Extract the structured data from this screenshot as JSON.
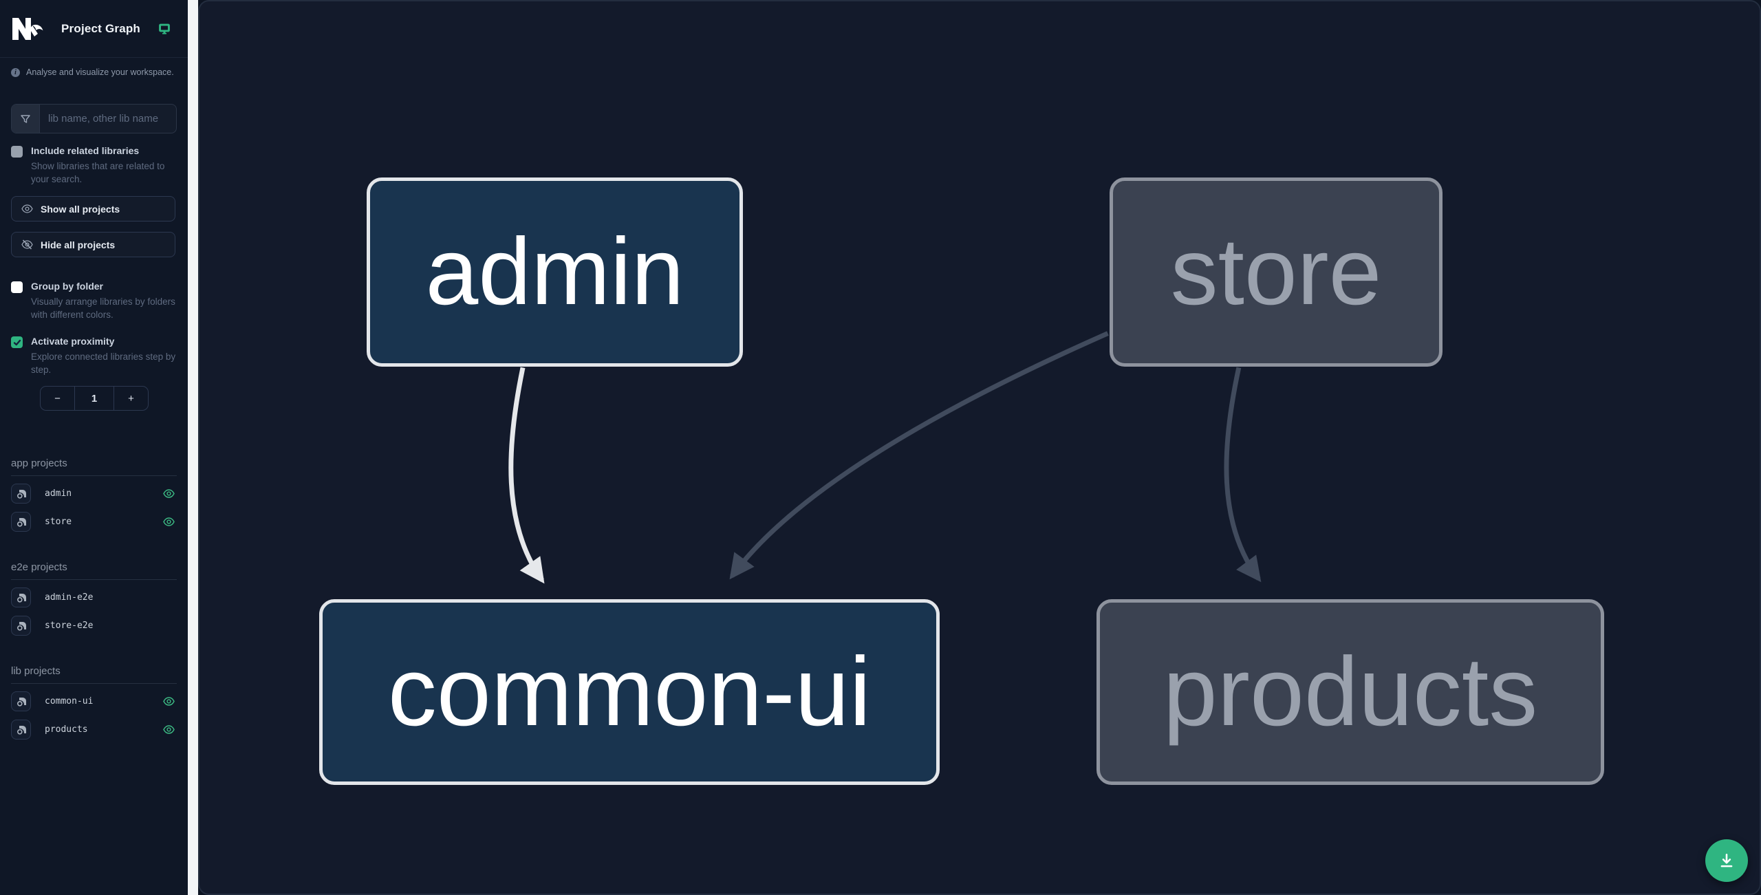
{
  "header": {
    "title": "Project Graph"
  },
  "sidebar": {
    "tagline": "Analyse and visualize your workspace.",
    "search": {
      "placeholder": "lib name, other lib name"
    },
    "options": [
      {
        "label": "Include related libraries",
        "description": "Show libraries that are related to your search.",
        "checked": false
      },
      {
        "label": "Group by folder",
        "description": "Visually arrange libraries by folders with different colors.",
        "checked": false
      },
      {
        "label": "Activate proximity",
        "description": "Explore connected libraries step by step.",
        "checked": true
      }
    ],
    "buttons": {
      "show_all": "Show all projects",
      "hide_all": "Hide all projects"
    },
    "proximity": {
      "minus": "−",
      "value": "1",
      "plus": "+"
    },
    "sections": [
      {
        "title": "app projects",
        "projects": [
          {
            "name": "admin",
            "visible": true
          },
          {
            "name": "store",
            "visible": true
          }
        ]
      },
      {
        "title": "e2e projects",
        "projects": [
          {
            "name": "admin-e2e",
            "visible": false
          },
          {
            "name": "store-e2e",
            "visible": false
          }
        ]
      },
      {
        "title": "lib projects",
        "projects": [
          {
            "name": "common-ui",
            "visible": true
          },
          {
            "name": "products",
            "visible": true
          }
        ]
      }
    ]
  },
  "graph": {
    "nodes": [
      {
        "id": "admin",
        "label": "admin",
        "state": "highlighted"
      },
      {
        "id": "store",
        "label": "store",
        "state": "dimmed"
      },
      {
        "id": "common-ui",
        "label": "common-ui",
        "state": "highlighted"
      },
      {
        "id": "products",
        "label": "products",
        "state": "dimmed"
      }
    ],
    "edges": [
      {
        "from": "admin",
        "to": "common-ui",
        "state": "highlighted"
      },
      {
        "from": "store",
        "to": "common-ui",
        "state": "dimmed"
      },
      {
        "from": "store",
        "to": "products",
        "state": "dimmed"
      }
    ]
  },
  "colors": {
    "accent_teal": "#2fb581",
    "node_highlight_fill": "#19344f",
    "node_highlight_border": "#e3e6ea",
    "node_dim_fill": "#3b4251",
    "node_dim_border": "#8e939e",
    "edge_highlight": "#e6e8eb",
    "edge_dim": "#414b5d",
    "sidebar_bg": "#0f1726",
    "canvas_bg": "#131a2b"
  }
}
